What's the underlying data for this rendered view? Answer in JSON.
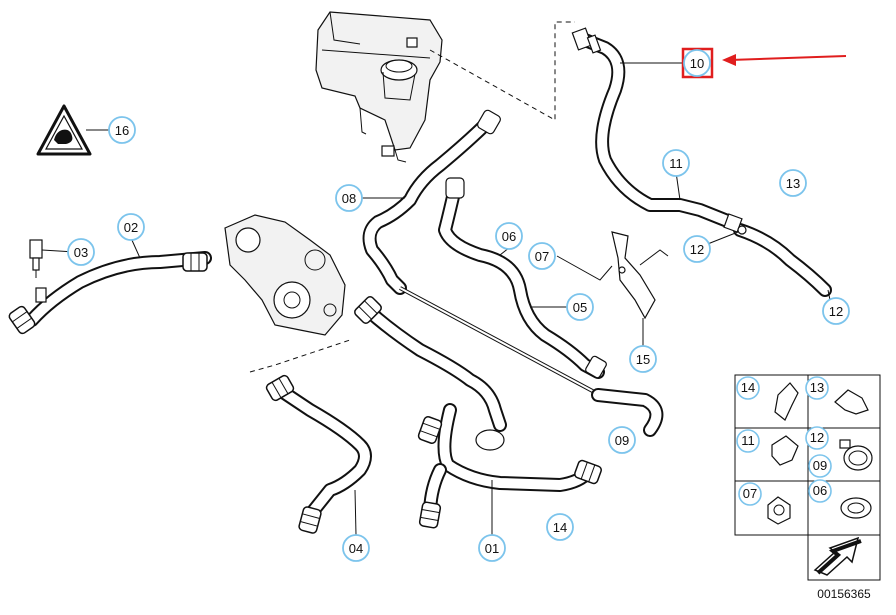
{
  "callouts": {
    "c01": "01",
    "c02": "02",
    "c03": "03",
    "c04": "04",
    "c05": "05",
    "c06": "06",
    "c07": "07",
    "c08": "08",
    "c09": "09",
    "c10": "10",
    "c11": "11",
    "c12a": "12",
    "c12b": "12",
    "c13": "13",
    "c14": "14",
    "c15": "15",
    "c16": "16"
  },
  "legend": {
    "l14": "14",
    "l13": "13",
    "l11": "11",
    "l12": "12",
    "l09": "09",
    "l07": "07",
    "l06": "06"
  },
  "reference_number": "00156365",
  "highlight": {
    "color": "#e01e1e",
    "label": "10"
  },
  "colors": {
    "callout_ring": "#7cc4ec",
    "line": "#111111"
  },
  "icons": {
    "warning": "hot-coolant-warning-icon",
    "arrow": "diagram-arrow-icon"
  }
}
